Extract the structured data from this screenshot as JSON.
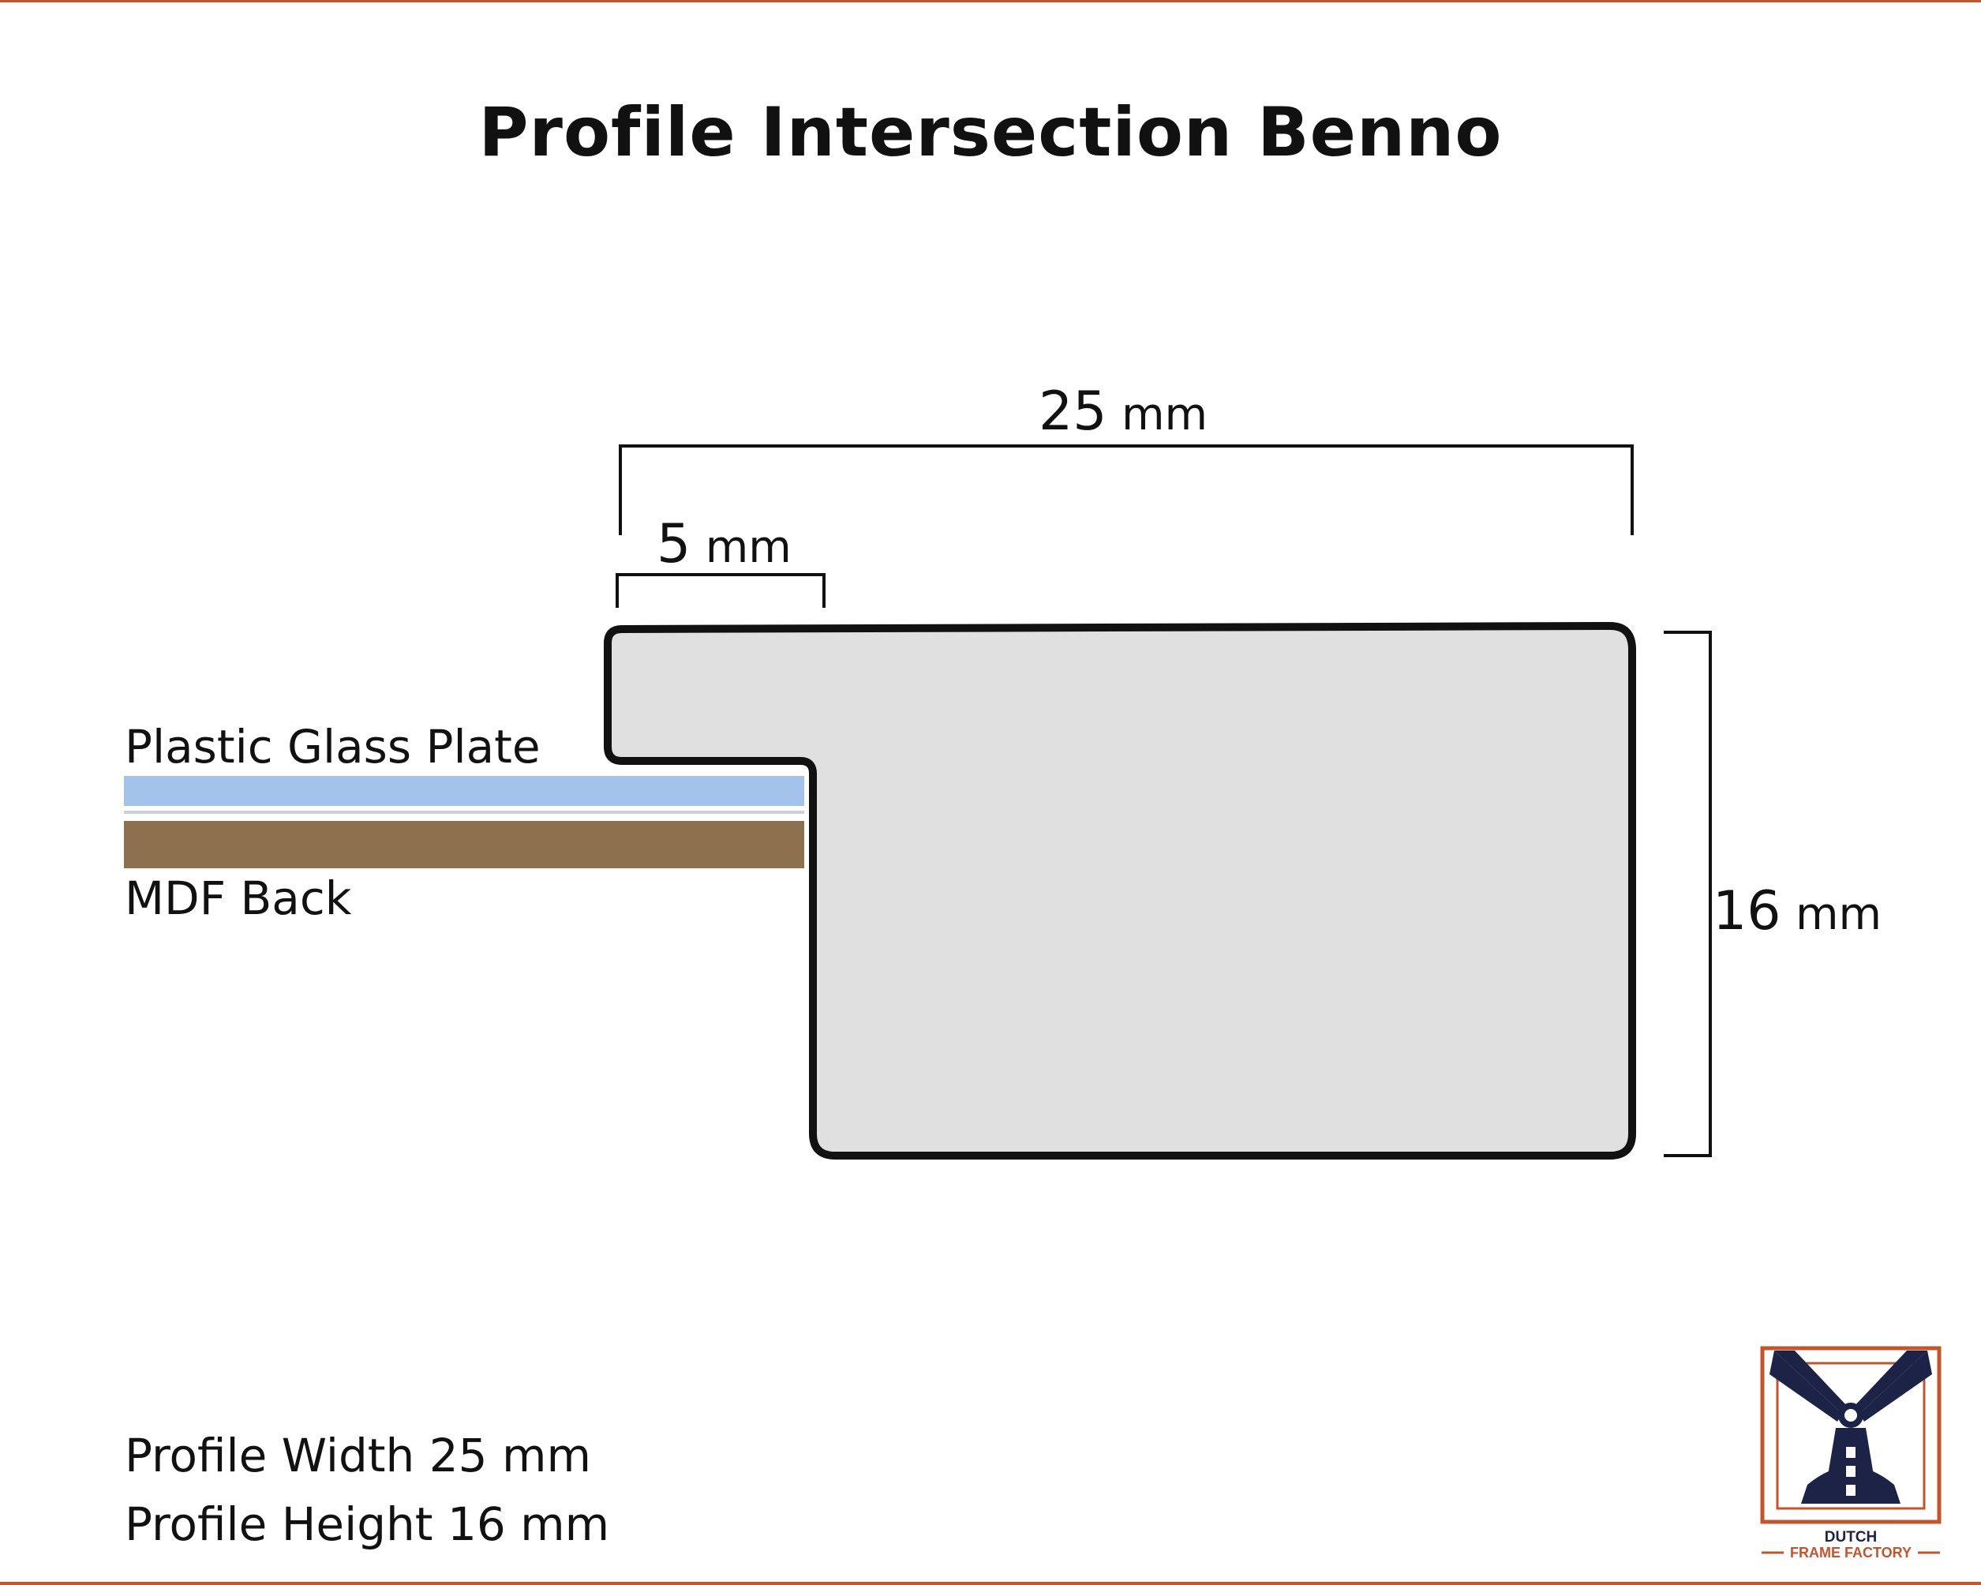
{
  "title": "Profile Intersection Benno",
  "dimensions": {
    "width": {
      "value": "25",
      "unit": "mm"
    },
    "rebate": {
      "value": "5",
      "unit": "mm"
    },
    "height": {
      "value": "16",
      "unit": "mm"
    }
  },
  "layers": {
    "glass_label": "Plastic Glass Plate",
    "back_label": "MDF Back"
  },
  "colors": {
    "profile_fill": "#e0e0e0",
    "profile_stroke": "#111111",
    "glass": "#a4c3ea",
    "mdf": "#8d714f",
    "accent": "#c0552e",
    "logo_navy": "#1c2346"
  },
  "footer": {
    "width_line": "Profile Width 25 mm",
    "height_line": "Profile Height 16 mm"
  },
  "logo": {
    "line1": "DUTCH",
    "line2": "FRAME FACTORY"
  }
}
